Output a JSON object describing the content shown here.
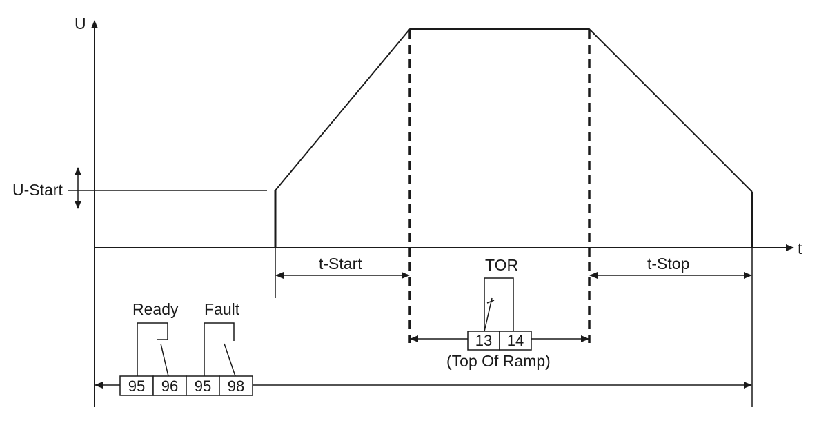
{
  "axes": {
    "y_label": "U",
    "x_label": "t"
  },
  "labels": {
    "u_start": "U-Start",
    "t_start": "t-Start",
    "tor": "TOR",
    "t_stop": "t-Stop",
    "ready": "Ready",
    "fault": "Fault",
    "top_of_ramp": "(Top Of Ramp)"
  },
  "terminals": {
    "ready_common": "95",
    "ready_contact": "96",
    "fault_common": "95",
    "fault_contact": "98",
    "tor_common": "13",
    "tor_contact": "14"
  }
}
